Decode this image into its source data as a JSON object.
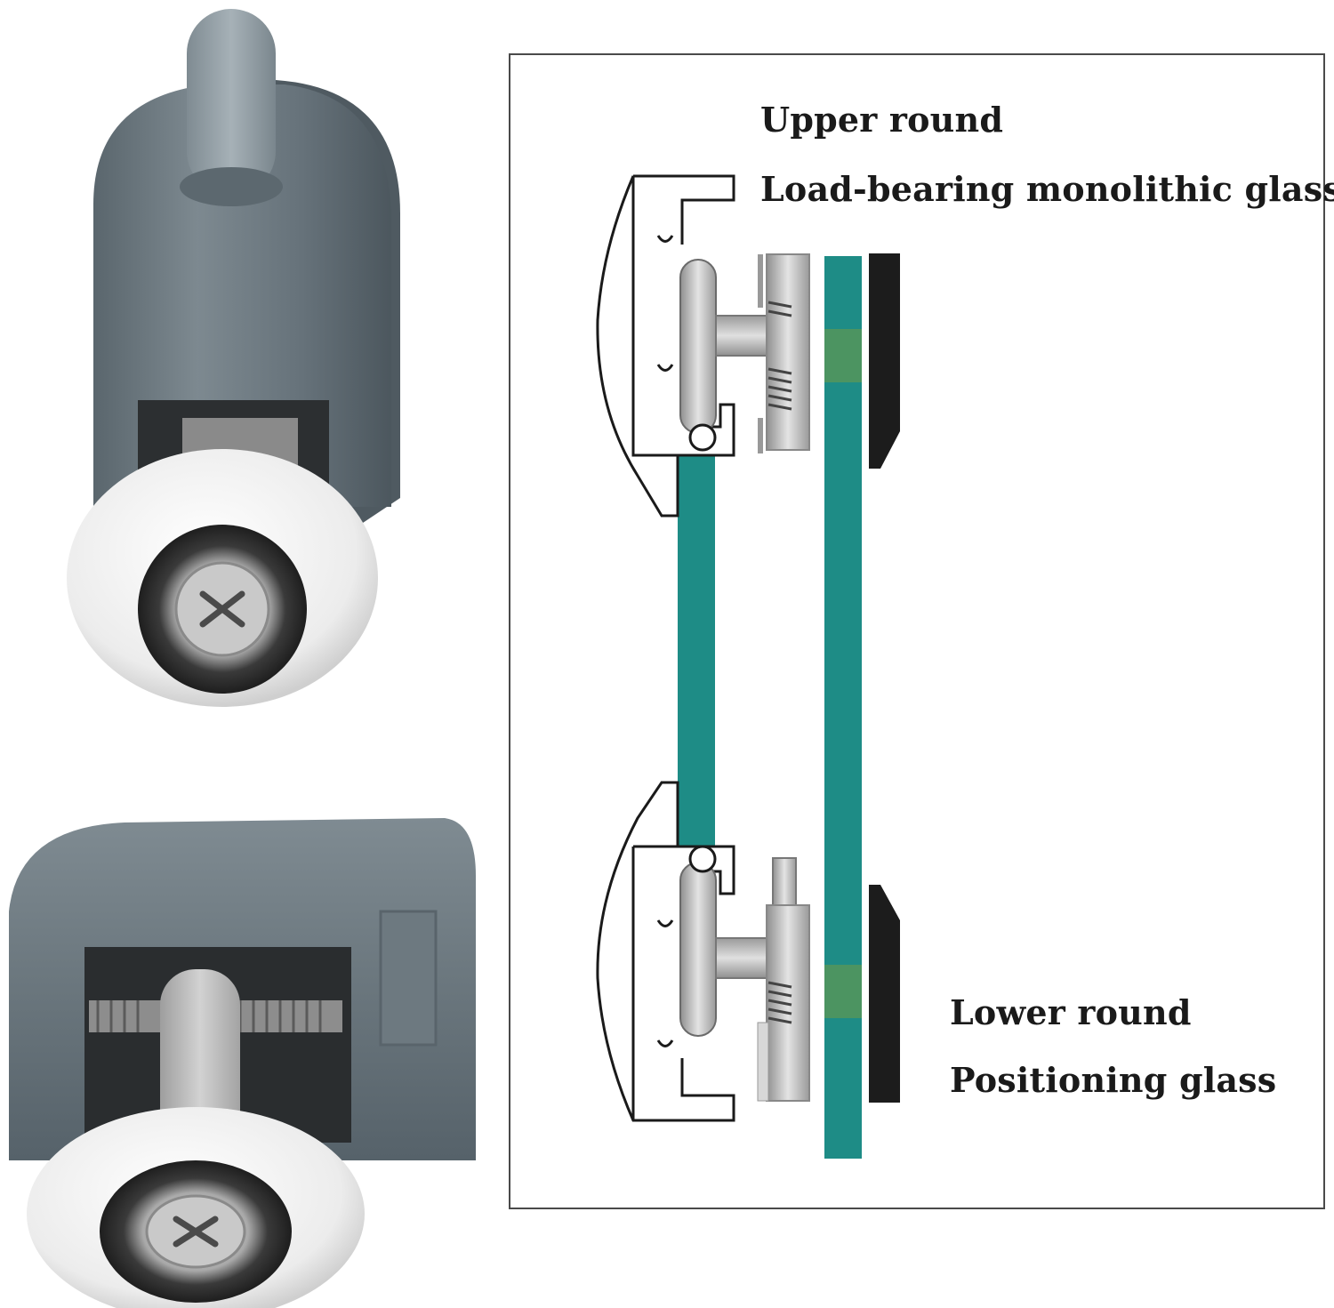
{
  "labels": {
    "upper_round": "Upper round",
    "load_bearing_glass": "Load-bearing monolithic glass",
    "lower_round": "Lower round",
    "positioning_glass": "Positioning glass"
  },
  "colors": {
    "housing_gray": "#6c7880",
    "wheel_white": "#f2f2f2",
    "glass_teal": "#1e8c86",
    "seal_black": "#1c1c1c",
    "metal_silver": "#b8b8b8",
    "frame_border": "#4a4a4a"
  }
}
